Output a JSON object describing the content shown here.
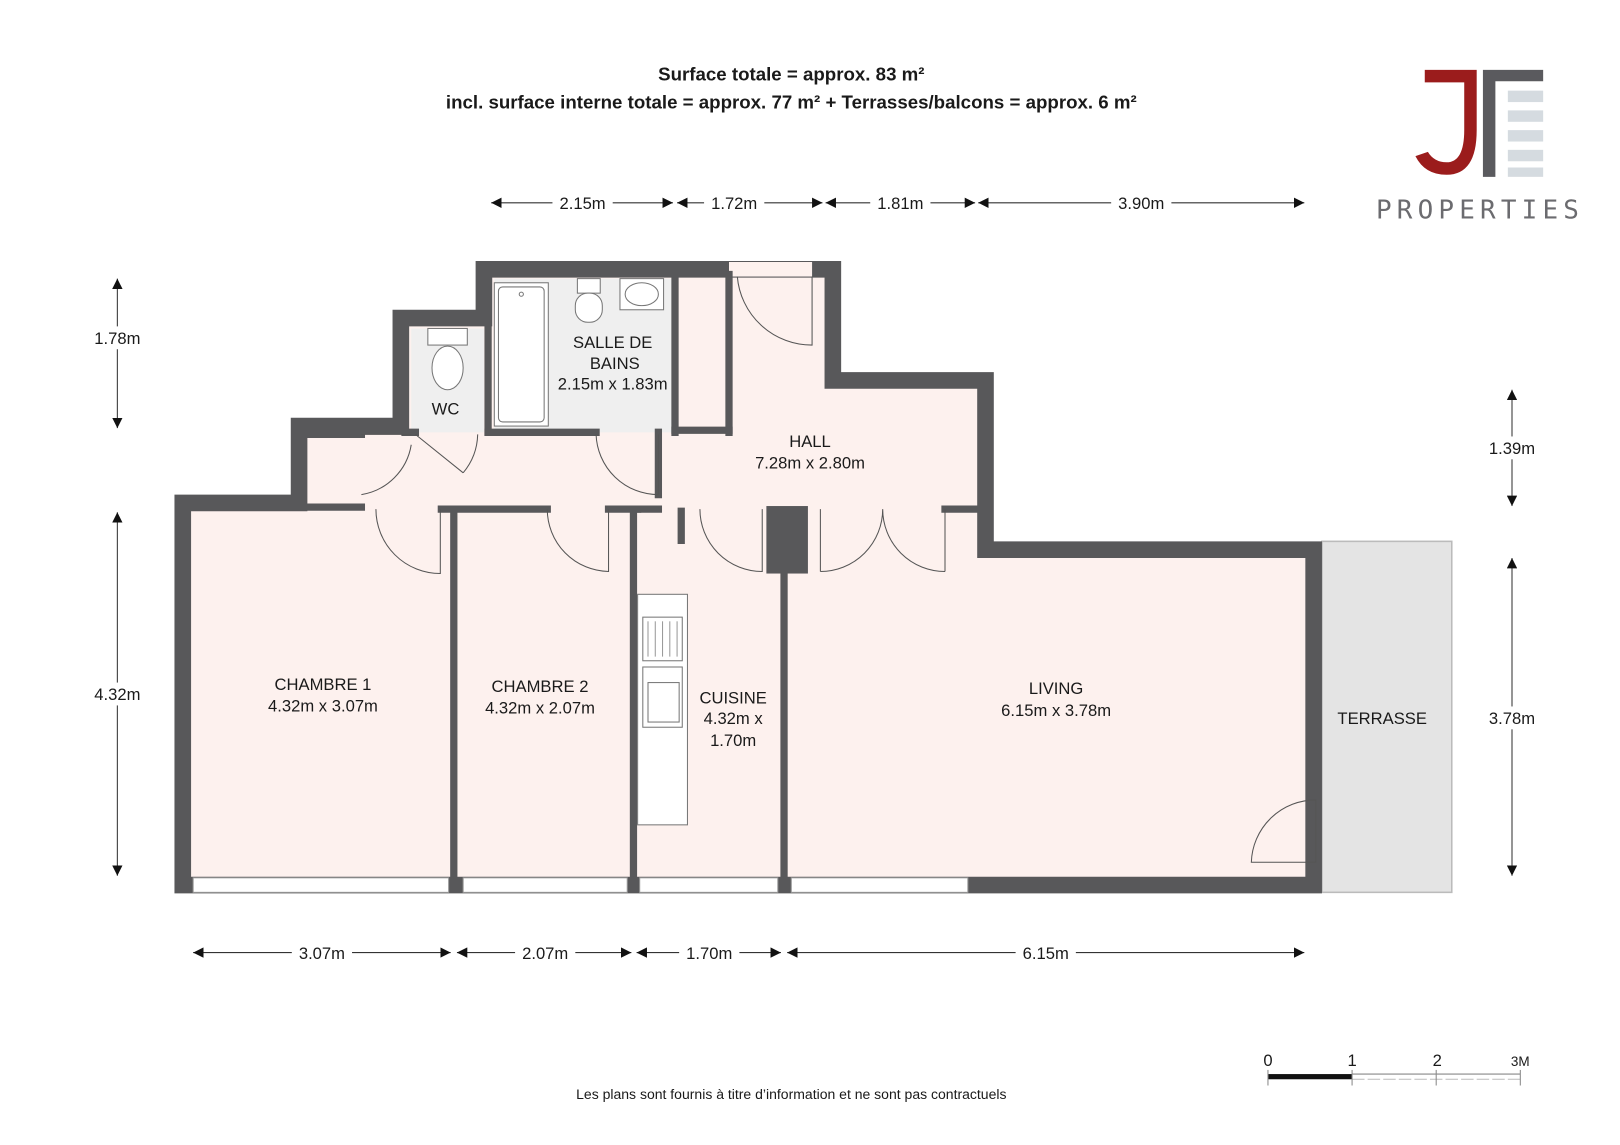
{
  "header": {
    "line1": "Surface totale = approx. 83 m²",
    "line2": "incl. surface interne totale = approx. 77 m² + Terrasses/balcons = approx. 6 m²"
  },
  "logo": {
    "letters": "JT",
    "name": "PROPERTIES",
    "colors": {
      "j": "#9b1c1c",
      "t": "#5a5a5e"
    }
  },
  "rooms": {
    "salle_de_bains": {
      "name1": "SALLE DE",
      "name2": "BAINS",
      "size": "2.15m x 1.83m"
    },
    "wc": {
      "name": "WC"
    },
    "hall": {
      "name": "HALL",
      "size": "7.28m x 2.80m"
    },
    "chambre1": {
      "name": "CHAMBRE 1",
      "size": "4.32m x 3.07m"
    },
    "chambre2": {
      "name": "CHAMBRE 2",
      "size": "4.32m x 2.07m"
    },
    "cuisine": {
      "name": "CUISINE",
      "size1": "4.32m x",
      "size2": "1.70m"
    },
    "living": {
      "name": "LIVING",
      "size": "6.15m x 3.78m"
    },
    "terrasse": {
      "name": "TERRASSE"
    }
  },
  "dimensions": {
    "top": [
      "2.15m",
      "1.72m",
      "1.81m",
      "3.90m"
    ],
    "bottom": [
      "3.07m",
      "2.07m",
      "1.70m",
      "6.15m"
    ],
    "left": [
      "1.78m",
      "4.32m"
    ],
    "right": [
      "1.39m",
      "3.78m"
    ]
  },
  "scale": {
    "labels": [
      "0",
      "1",
      "2",
      "3M"
    ]
  },
  "footer": "Les plans sont fournis à titre d’information et ne sont pas contractuels",
  "colors": {
    "wall": "#58585a",
    "room_fill": "#fdf1ee",
    "terrace_fill": "#e4e4e4"
  }
}
